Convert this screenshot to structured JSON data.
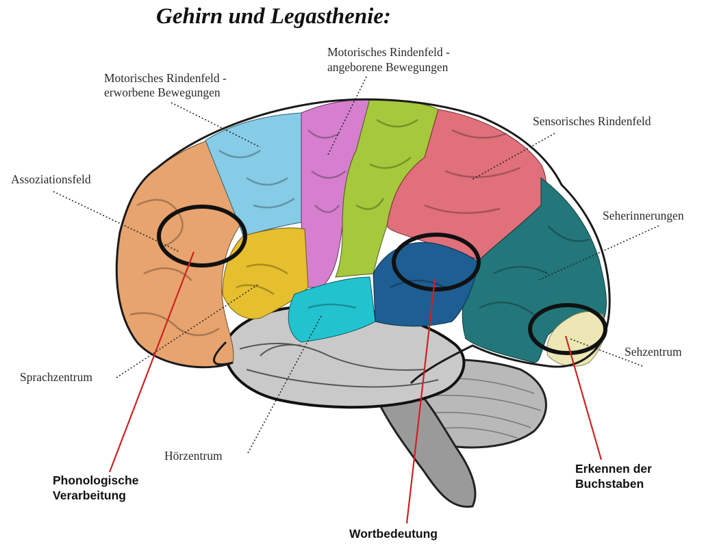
{
  "title": "Gehirn und Legasthenie:",
  "labels": {
    "motor_acquired_1": "Motorisches Rindenfeld -",
    "motor_acquired_2": "erworbene Bewegungen",
    "motor_innate_1": "Motorisches Rindenfeld -",
    "motor_innate_2": "angeborene Bewegungen",
    "sensory": "Sensorisches Rindenfeld",
    "association": "Assoziationsfeld",
    "visual_memory": "Seherinnerungen",
    "language": "Sprachzentrum",
    "visual_center": "Sehzentrum",
    "hearing": "Hörzentrum"
  },
  "functions": {
    "phonological_1": "Phonologische",
    "phonological_2": "Verarbeitung",
    "word_meaning": "Wortbedeutung",
    "letters_1": "Erkennen der",
    "letters_2": "Buchstaben"
  },
  "colors": {
    "association": "#e7a46f",
    "motor_acquired": "#86cce6",
    "motor_innate": "#d67fcf",
    "green_band": "#a6c83c",
    "sensory": "#e0707a",
    "visual_memory": "#23777a",
    "visual_center": "#ece7b4",
    "language": "#e6bf2e",
    "hearing": "#22c3cf",
    "word_meaning_area": "#1e5e92",
    "highlight_line": "#cc2222",
    "ring": "#111111"
  }
}
